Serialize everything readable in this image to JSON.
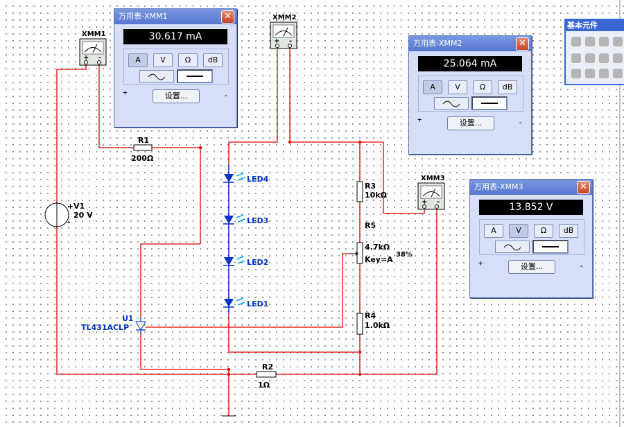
{
  "multimeters": {
    "xmm1": {
      "label": "XMM1",
      "title": "万用表-XMM1",
      "reading": "30.617 mA",
      "buttons": [
        "A",
        "V",
        "Ω",
        "dB"
      ],
      "selected_button": "A",
      "wave_selected": "dc",
      "settings_label": "设置...",
      "plus": "+",
      "minus": "-"
    },
    "xmm2": {
      "label": "XMM2",
      "title": "万用表-XMM2",
      "reading": "25.064 mA",
      "buttons": [
        "A",
        "V",
        "Ω",
        "dB"
      ],
      "selected_button": "A",
      "wave_selected": "dc",
      "settings_label": "设置...",
      "plus": "+",
      "minus": "-"
    },
    "xmm3": {
      "label": "XMM3",
      "title": "万用表-XMM3",
      "reading": "13.852 V",
      "buttons": [
        "A",
        "V",
        "Ω",
        "dB"
      ],
      "selected_button": "V",
      "wave_selected": "dc",
      "settings_label": "设置...",
      "plus": "+",
      "minus": "-"
    }
  },
  "palette": {
    "title": "基本元件",
    "icon": "component-grid-icon"
  },
  "components": {
    "r1": {
      "name": "R1",
      "value": "200Ω"
    },
    "r2": {
      "name": "R2",
      "value": "1Ω"
    },
    "r3": {
      "name": "R3",
      "value": "10kΩ"
    },
    "r4": {
      "name": "R4",
      "value": "1.0kΩ"
    },
    "r5": {
      "name": "R5",
      "value": "4.7kΩ",
      "key": "Key=A",
      "percent": "38%"
    },
    "v1": {
      "name": "V1",
      "value": "20 V",
      "plus": "+",
      "minus": "-"
    },
    "u1": {
      "name": "U1",
      "part": "TL431ACLP"
    },
    "leds": [
      "LED4",
      "LED3",
      "LED2",
      "LED1"
    ]
  },
  "colors": {
    "wire": "#e00000",
    "led_wire": "#0000cc",
    "label_blue": "#0033cc",
    "window_title": "#5677cf"
  }
}
